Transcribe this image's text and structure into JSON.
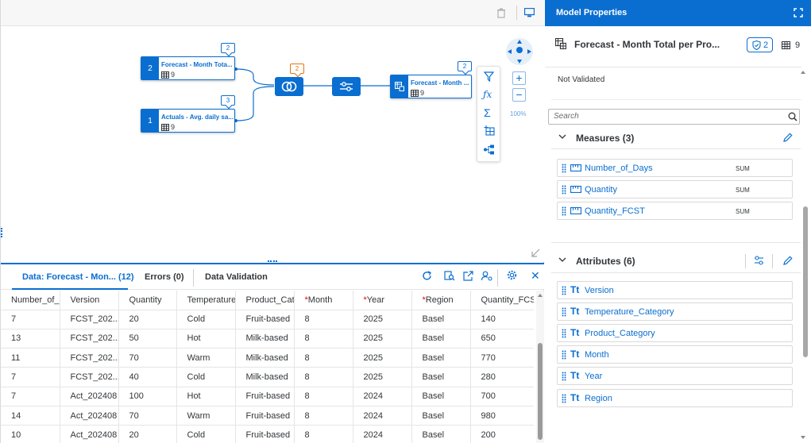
{
  "canvas": {
    "zoom": "100%",
    "nodes": [
      {
        "num": "2",
        "title": "Forecast - Month Tota...",
        "count": "9",
        "badge": "2"
      },
      {
        "num": "1",
        "title": "Actuals - Avg. daily sa...",
        "count": "9",
        "badge": "3"
      },
      {
        "title": "Forecast - Month ...",
        "count": "9",
        "badge": "2"
      }
    ],
    "join_badge": "2"
  },
  "bottom": {
    "tabs": [
      "Data: Forecast - Mon... (12)",
      "Errors (0)",
      "Data Validation"
    ],
    "columns": [
      {
        "label": "Number_of_D",
        "required": ""
      },
      {
        "label": "Version",
        "required": ""
      },
      {
        "label": "Quantity",
        "required": ""
      },
      {
        "label": "Temperature_",
        "required": ""
      },
      {
        "label": "Product_Cate",
        "required": ""
      },
      {
        "label": "Month",
        "required": "*"
      },
      {
        "label": "Year",
        "required": "*"
      },
      {
        "label": "Region",
        "required": "*"
      },
      {
        "label": "Quantity_FCS",
        "required": ""
      }
    ],
    "rows": [
      [
        "7",
        "FCST_202...",
        "20",
        "Cold",
        "Fruit-based",
        "8",
        "2025",
        "Basel",
        "140"
      ],
      [
        "13",
        "FCST_202...",
        "50",
        "Hot",
        "Milk-based",
        "8",
        "2025",
        "Basel",
        "650"
      ],
      [
        "11",
        "FCST_202...",
        "70",
        "Warm",
        "Milk-based",
        "8",
        "2025",
        "Basel",
        "770"
      ],
      [
        "7",
        "FCST_202...",
        "40",
        "Cold",
        "Milk-based",
        "8",
        "2025",
        "Basel",
        "280"
      ],
      [
        "7",
        "Act_202408",
        "100",
        "Hot",
        "Fruit-based",
        "8",
        "2024",
        "Basel",
        "700"
      ],
      [
        "14",
        "Act_202408",
        "70",
        "Warm",
        "Fruit-based",
        "8",
        "2024",
        "Basel",
        "980"
      ],
      [
        "10",
        "Act_202408",
        "20",
        "Cold",
        "Fruit-based",
        "8",
        "2024",
        "Basel",
        "200"
      ]
    ]
  },
  "panel": {
    "header": "Model Properties",
    "model_title": "Forecast - Month Total per Pro...",
    "shield_count": "2",
    "table_count": "9",
    "status": "Not Validated",
    "search_placeholder": "Search",
    "measures_title": "Measures (3)",
    "measures": [
      {
        "name": "Number_of_Days",
        "agg": "SUM"
      },
      {
        "name": "Quantity",
        "agg": "SUM"
      },
      {
        "name": "Quantity_FCST",
        "agg": "SUM"
      }
    ],
    "attributes_title": "Attributes (6)",
    "attributes": [
      "Version",
      "Temperature_Category",
      "Product_Category",
      "Month",
      "Year",
      "Region"
    ],
    "attr_icon": "Tt"
  },
  "colors": {
    "accent": "#0a6ed1",
    "warning": "#e9730c"
  }
}
